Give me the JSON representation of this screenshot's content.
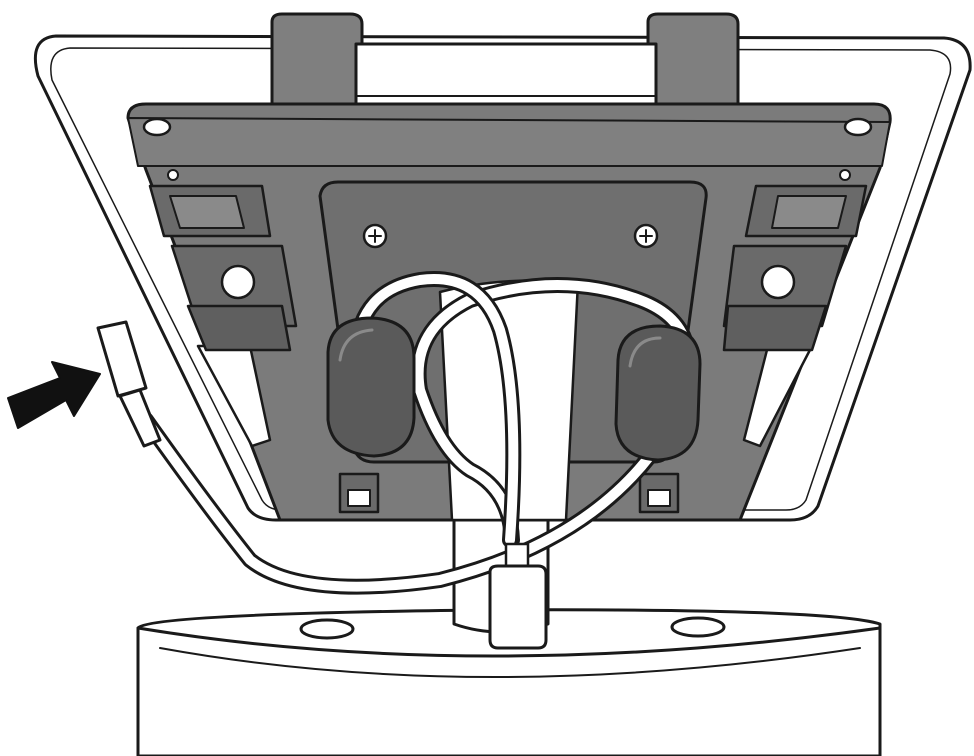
{
  "figure": {
    "kind": "line-art installation illustration",
    "text": [],
    "colors": {
      "background": "#ffffff",
      "outline": "#1a1a1a",
      "mount_plate": "#7b7b7b",
      "mount_plate_dark": "#5f5f5f",
      "ferrite_core": "#5a5a5a",
      "cable": "#ffffff",
      "arrow": "#111111"
    },
    "components": [
      {
        "name": "tablet-back",
        "icon": "tablet-outline"
      },
      {
        "name": "mount-bracket",
        "icon": "vesa-plate"
      },
      {
        "name": "ferrite-core-left",
        "icon": "ferrite-bead"
      },
      {
        "name": "ferrite-core-right",
        "icon": "ferrite-bead"
      },
      {
        "name": "usb-cable",
        "icon": "cable"
      },
      {
        "name": "usb-connector",
        "icon": "usb-c-plug"
      },
      {
        "name": "stand-pole",
        "icon": "pole"
      },
      {
        "name": "stand-base",
        "icon": "base"
      },
      {
        "name": "pointer-arrow",
        "icon": "arrow-right"
      }
    ]
  }
}
